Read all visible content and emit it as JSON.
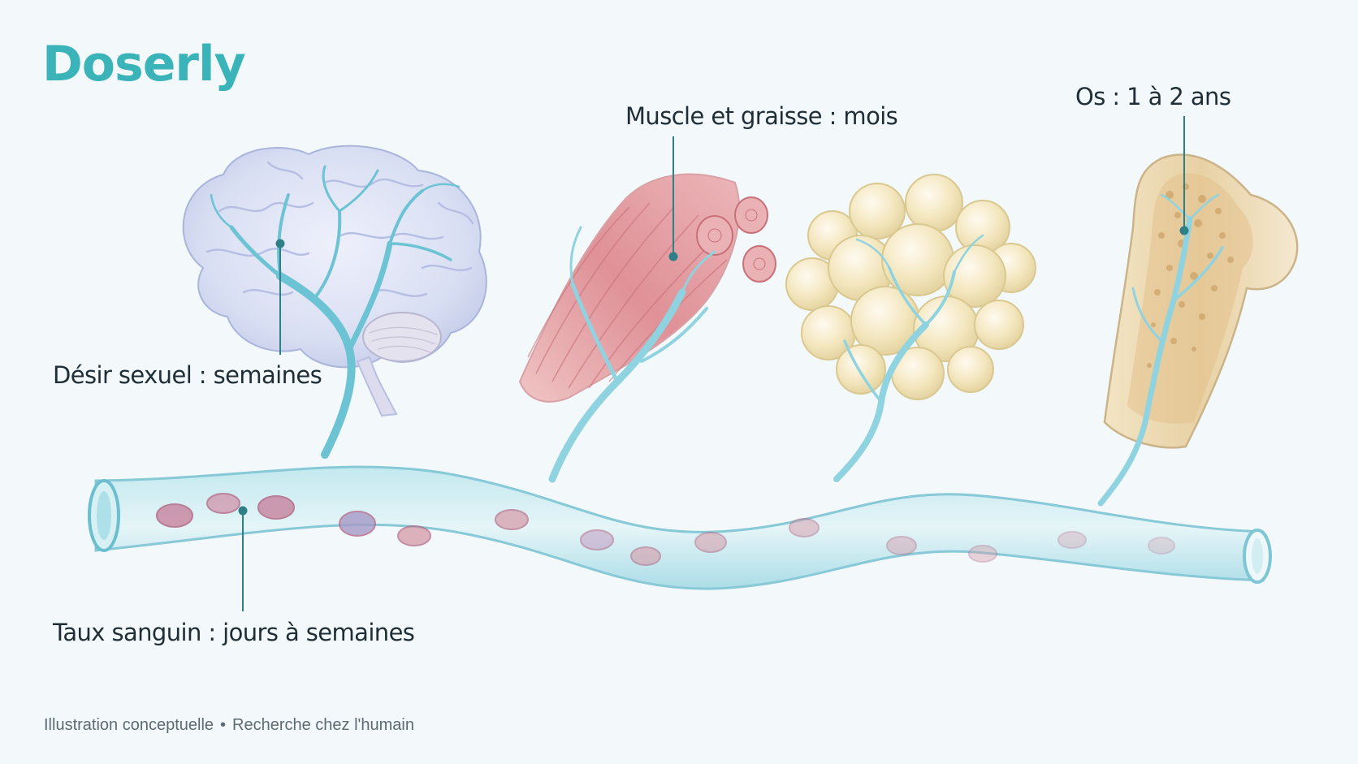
{
  "brand": {
    "name": "Doserly"
  },
  "labels": {
    "libido": "Désir sexuel : semaines",
    "muscle_fat": "Muscle et graisse : mois",
    "bone": "Os : 1 à 2 ans",
    "blood": "Taux sanguin : jours à semaines"
  },
  "footer": {
    "left": "Illustration conceptuelle",
    "separator": "•",
    "right": "Recherche chez l'humain"
  },
  "colors": {
    "brand": "#3bb4b9",
    "vessel": "#8fd3e0",
    "leader_line": "#2e7f86",
    "text": "#1f2e36",
    "footer_text": "#5d6b73",
    "muscle": "#e0898f",
    "fat": "#f1e3b6",
    "bone": "#e7cf9f"
  },
  "illustrations": [
    "brain-icon",
    "muscle-icon",
    "fat-cells-icon",
    "bone-icon",
    "blood-vessel-icon",
    "red-blood-cell-icon"
  ]
}
